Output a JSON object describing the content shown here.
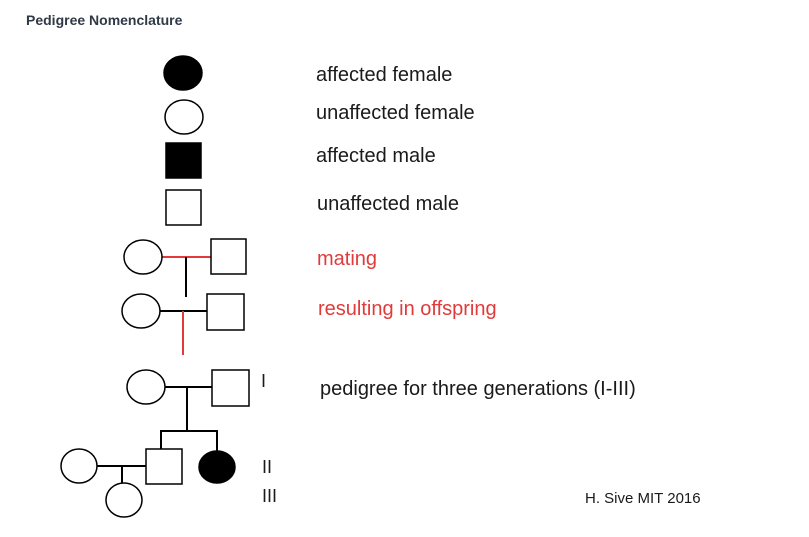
{
  "title": "Pedigree Nomenclature",
  "legend": {
    "affected_female": "affected female",
    "unaffected_female": "unaffected female",
    "affected_male": "affected male",
    "unaffected_male": "unaffected male",
    "mating": "mating",
    "offspring": "resulting in offspring",
    "three_generations": "pedigree for three generations (I-III)"
  },
  "generations": [
    "I",
    "II",
    "III"
  ],
  "credit": "H. Sive MIT 2016",
  "colors": {
    "highlight": "#e03a3a",
    "ink": "#000000"
  }
}
